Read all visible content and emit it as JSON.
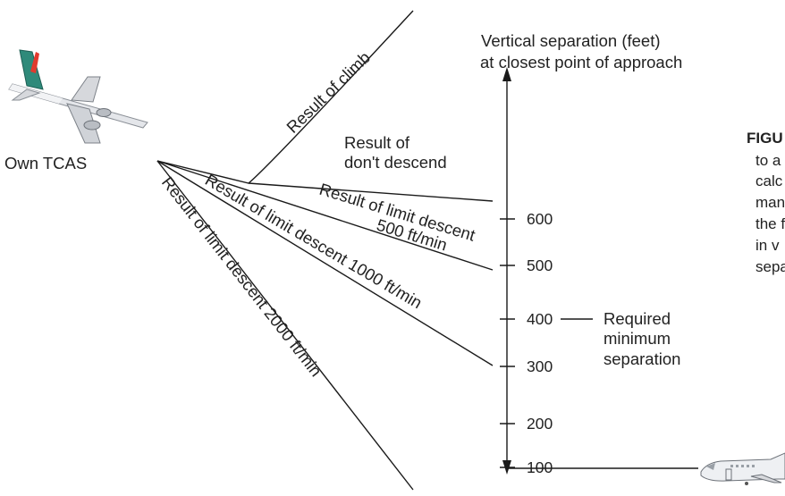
{
  "axis": {
    "title_line1": "Vertical separation (feet)",
    "title_line2": "at closest point of approach",
    "ticks": [
      "600",
      "500",
      "400",
      "300",
      "200",
      "100"
    ]
  },
  "own_aircraft": {
    "label": "Own TCAS"
  },
  "maneuvers": [
    {
      "label": "Result of climb"
    },
    {
      "label_line1": "Result of",
      "label_line2": "don't descend"
    },
    {
      "label_line1": "Result of limit descent",
      "label_line2": "500 ft/min"
    },
    {
      "label": "Result of limit descent 1000 ft/min"
    },
    {
      "label": "Result of limit descent 2000 ft/min"
    }
  ],
  "threshold": {
    "line1": "Required",
    "line2": "minimum",
    "line3": "separation"
  },
  "caption": {
    "figure_label": "FIGU",
    "line1": "to a",
    "line2": "calc",
    "line3": "man",
    "line4": "the f",
    "line5": "in  v",
    "line6": "sepa"
  },
  "colors": {
    "lines": "#1a1a1a",
    "aircraft_body": "#e6e8ec",
    "tail_accent": "#2f8a7a"
  }
}
